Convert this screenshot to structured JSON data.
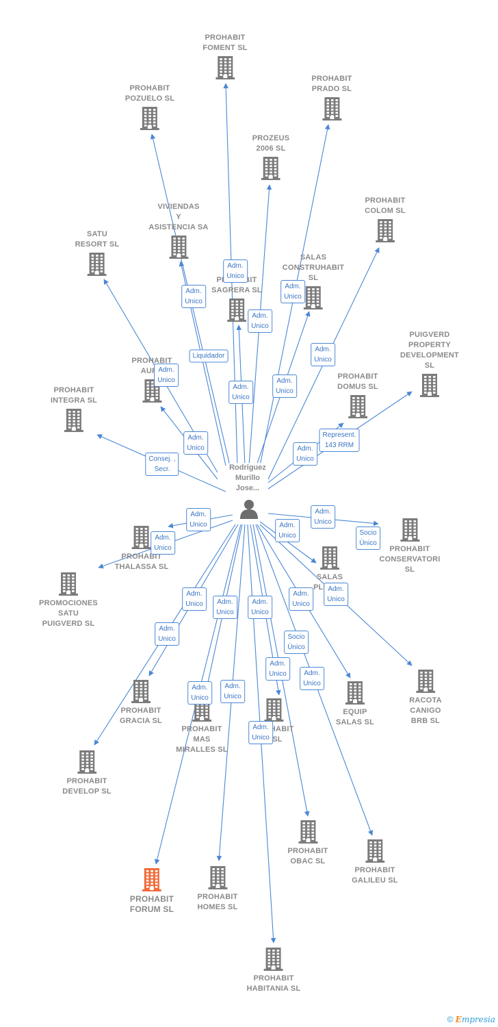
{
  "colors": {
    "edge": "#4a87d4",
    "building": "#7b7b7b",
    "highlight": "#f26b3a",
    "label": "#8a8a8a"
  },
  "person": {
    "icon": "person-icon",
    "name": "Rodriguez\nMurillo\nJose..."
  },
  "companies": [
    {
      "id": "foment",
      "label": "PROHABIT\nFOMENT  SL"
    },
    {
      "id": "prado",
      "label": "PROHABIT\nPRADO  SL"
    },
    {
      "id": "pozuelo",
      "label": "PROHABIT\nPOZUELO  SL"
    },
    {
      "id": "prozeus",
      "label": "PROZEUS\n2006 SL"
    },
    {
      "id": "colom",
      "label": "PROHABIT\nCOLOM  SL"
    },
    {
      "id": "viviendas",
      "label": "VIVIENDAS\nY\nASISTENCIA SA"
    },
    {
      "id": "satu_resort",
      "label": "SATU\nRESORT  SL"
    },
    {
      "id": "sagrera",
      "label": "PROHABIT\nSAGRERA  SL"
    },
    {
      "id": "construhabit",
      "label": "SALAS\nCONSTRUHABIT\nSL"
    },
    {
      "id": "puigverd_property",
      "label": "PUIGVERD\nPROPERTY\nDEVELOPMENT SL"
    },
    {
      "id": "aura",
      "label": "PROHABIT\nAURA"
    },
    {
      "id": "domus",
      "label": "PROHABIT\nDOMUS  SL"
    },
    {
      "id": "integra",
      "label": "PROHABIT\nINTEGRA  SL"
    },
    {
      "id": "thalassa",
      "label": "PROHABIT\nTHALASSA  SL"
    },
    {
      "id": "conservatori",
      "label": "PROHABIT\nCONSERVATORI\nSL"
    },
    {
      "id": "salas_plus",
      "label": "SALAS\nPLUS  SL"
    },
    {
      "id": "promociones_satu",
      "label": "PROMOCIONES\nSATU\nPUIGVERD  SL"
    },
    {
      "id": "racota",
      "label": "RACOTA\nCANIGO\nBRB  SL"
    },
    {
      "id": "equip_salas",
      "label": "EQUIP\nSALAS  SL"
    },
    {
      "id": "gracia",
      "label": "PROHABIT\nGRACIA  SL"
    },
    {
      "id": "mas_miralles",
      "label": "PROHABIT\nMAS\nMIRALLES  SL"
    },
    {
      "id": "prohabit_a",
      "label": "PROHABIT\nA  SL"
    },
    {
      "id": "develop",
      "label": "PROHABIT\nDEVELOP  SL"
    },
    {
      "id": "obac",
      "label": "PROHABIT\nOBAC  SL"
    },
    {
      "id": "galileu",
      "label": "PROHABIT\nGALILEU  SL"
    },
    {
      "id": "forum",
      "label": "PROHABIT\nFORUM  SL",
      "highlight": true
    },
    {
      "id": "homes",
      "label": "PROHABIT\nHOMES  SL"
    },
    {
      "id": "habitania",
      "label": "PROHABIT\nHABITANIA  SL"
    }
  ],
  "roles": [
    {
      "id": "r1",
      "text": "Adm.\nUnico"
    },
    {
      "id": "r2",
      "text": "Adm.\nUnico"
    },
    {
      "id": "r3",
      "text": "Adm.\nUnico"
    },
    {
      "id": "r4",
      "text": "Adm.\nUnico"
    },
    {
      "id": "r5",
      "text": "Liquidador"
    },
    {
      "id": "r6",
      "text": "Adm.\nUnico"
    },
    {
      "id": "r7",
      "text": "Adm.\nUnico"
    },
    {
      "id": "r8",
      "text": "Adm.\nUnico"
    },
    {
      "id": "r9",
      "text": "Adm.\nUnico"
    },
    {
      "id": "r10",
      "text": "Represent.\n143 RRM"
    },
    {
      "id": "r11",
      "text": "Adm.\nUnico"
    },
    {
      "id": "r12",
      "text": "Adm.\nUnico"
    },
    {
      "id": "r13",
      "text": "Consej. ,\nSecr."
    },
    {
      "id": "r14",
      "text": "Adm.\nUnico"
    },
    {
      "id": "r15",
      "text": "Adm.\nUnico"
    },
    {
      "id": "r16",
      "text": "Adm.\nUnico"
    },
    {
      "id": "r17",
      "text": "Adm.\nUnico"
    },
    {
      "id": "r18",
      "text": "Socio\nÚnico"
    },
    {
      "id": "r19",
      "text": "Adm.\nUnico"
    },
    {
      "id": "r20",
      "text": "Adm.\nUnico"
    },
    {
      "id": "r21",
      "text": "Adm.\nUnico"
    },
    {
      "id": "r22",
      "text": "Adm.\nUnico"
    },
    {
      "id": "r23",
      "text": "Adm.\nUnico"
    },
    {
      "id": "r24",
      "text": "Adm.\nUnico"
    },
    {
      "id": "r25",
      "text": "Socio\nÚnico"
    },
    {
      "id": "r26",
      "text": "Adm.\nUnico"
    },
    {
      "id": "r27",
      "text": "Adm.\nUnico"
    },
    {
      "id": "r28",
      "text": "Adm.\nUnico"
    },
    {
      "id": "r29",
      "text": "Adm.\nUnico"
    },
    {
      "id": "r30",
      "text": "Adm.\nUnico"
    }
  ],
  "footer": {
    "copyright": "©",
    "brand_first": "E",
    "brand_rest": "mpresia"
  }
}
